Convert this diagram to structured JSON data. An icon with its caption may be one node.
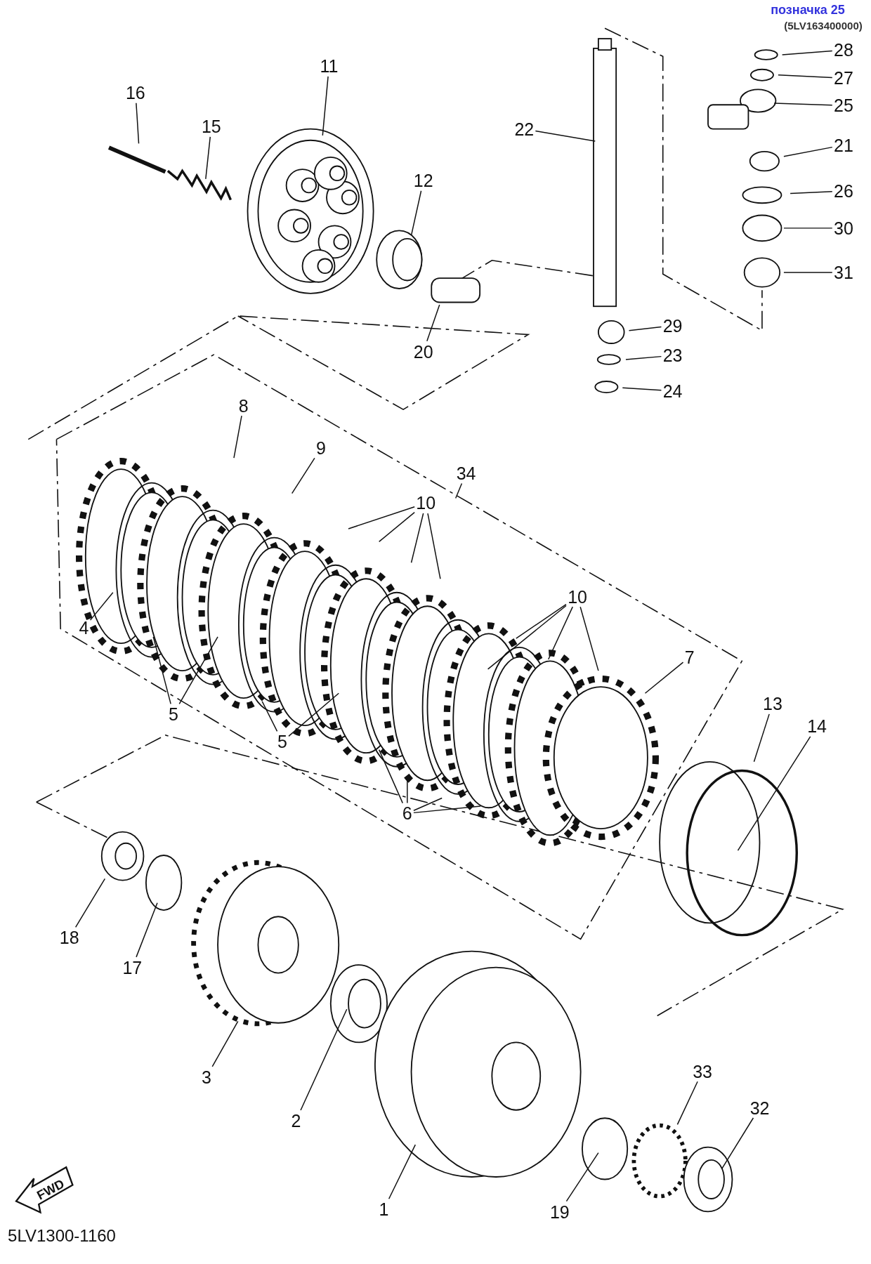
{
  "diagram": {
    "nodes": [
      {
        "text": [
          "16"
        ]
      },
      {
        "text": [
          "15"
        ]
      },
      {
        "text": [
          "11"
        ]
      },
      {
        "text": [
          "12"
        ]
      },
      {
        "text": [
          "20"
        ]
      },
      {
        "text": [
          "22"
        ]
      },
      {
        "text": [
          "28"
        ]
      },
      {
        "text": [
          "27"
        ]
      },
      {
        "text": [
          "25"
        ]
      },
      {
        "text": [
          "21"
        ]
      },
      {
        "text": [
          "26"
        ]
      },
      {
        "text": [
          "30"
        ]
      },
      {
        "text": [
          "31"
        ]
      },
      {
        "text": [
          "29"
        ]
      },
      {
        "text": [
          "23"
        ]
      },
      {
        "text": [
          "24"
        ]
      },
      {
        "text": [
          "8"
        ]
      },
      {
        "text": [
          "9"
        ]
      },
      {
        "text": [
          "34"
        ]
      },
      {
        "text": [
          "10"
        ]
      },
      {
        "text": [
          "10"
        ]
      },
      {
        "text": [
          "4"
        ]
      },
      {
        "text": [
          "5"
        ]
      },
      {
        "text": [
          "5"
        ]
      },
      {
        "text": [
          "7"
        ]
      },
      {
        "text": [
          "13"
        ]
      },
      {
        "text": [
          "14"
        ]
      },
      {
        "text": [
          "6"
        ]
      },
      {
        "text": [
          "18"
        ]
      },
      {
        "text": [
          "17"
        ]
      },
      {
        "text": [
          "3"
        ]
      },
      {
        "text": [
          "2"
        ]
      },
      {
        "text": [
          "1"
        ]
      },
      {
        "text": [
          "19"
        ]
      },
      {
        "text": [
          "33"
        ]
      },
      {
        "text": [
          "32"
        ]
      }
    ],
    "edges": [
      {
        "from": 0,
        "to": null,
        "arrow": "none"
      },
      {
        "from": 1,
        "to": null,
        "arrow": "none"
      },
      {
        "from": 2,
        "to": null,
        "arrow": "none"
      },
      {
        "from": 3,
        "to": null,
        "arrow": "none"
      },
      {
        "from": 4,
        "to": null,
        "arrow": "none"
      },
      {
        "from": 5,
        "to": null,
        "arrow": "none"
      },
      {
        "from": 6,
        "to": null,
        "arrow": "none"
      },
      {
        "from": 7,
        "to": null,
        "arrow": "none"
      },
      {
        "from": 8,
        "to": null,
        "arrow": "none"
      },
      {
        "from": 9,
        "to": null,
        "arrow": "none"
      },
      {
        "from": 10,
        "to": null,
        "arrow": "none"
      },
      {
        "from": 11,
        "to": null,
        "arrow": "none"
      },
      {
        "from": 12,
        "to": null,
        "arrow": "none"
      },
      {
        "from": 13,
        "to": null,
        "arrow": "none"
      },
      {
        "from": 14,
        "to": null,
        "arrow": "none"
      },
      {
        "from": 15,
        "to": null,
        "arrow": "none"
      },
      {
        "from": 16,
        "to": null,
        "arrow": "none"
      },
      {
        "from": 17,
        "to": null,
        "arrow": "none"
      },
      {
        "from": 18,
        "to": null,
        "arrow": "none"
      },
      {
        "from": 19,
        "to": null,
        "arrow": "none"
      },
      {
        "from": 19,
        "to": null,
        "arrow": "none"
      },
      {
        "from": 19,
        "to": null,
        "arrow": "none"
      },
      {
        "from": 19,
        "to": null,
        "arrow": "none"
      },
      {
        "from": 20,
        "to": null,
        "arrow": "none"
      },
      {
        "from": 20,
        "to": null,
        "arrow": "none"
      },
      {
        "from": 20,
        "to": null,
        "arrow": "none"
      },
      {
        "from": 20,
        "to": null,
        "arrow": "none"
      },
      {
        "from": 21,
        "to": null,
        "arrow": "none"
      },
      {
        "from": 22,
        "to": null,
        "arrow": "none"
      },
      {
        "from": 22,
        "to": null,
        "arrow": "none"
      },
      {
        "from": 23,
        "to": null,
        "arrow": "none"
      },
      {
        "from": 23,
        "to": null,
        "arrow": "none"
      },
      {
        "from": 24,
        "to": null,
        "arrow": "none"
      },
      {
        "from": 25,
        "to": null,
        "arrow": "none"
      },
      {
        "from": 26,
        "to": null,
        "arrow": "none"
      },
      {
        "from": 27,
        "to": null,
        "arrow": "none"
      },
      {
        "from": 27,
        "to": null,
        "arrow": "none"
      },
      {
        "from": 27,
        "to": null,
        "arrow": "none"
      },
      {
        "from": 27,
        "to": null,
        "arrow": "none"
      },
      {
        "from": 28,
        "to": null,
        "arrow": "none"
      },
      {
        "from": 29,
        "to": null,
        "arrow": "none"
      },
      {
        "from": 30,
        "to": null,
        "arrow": "none"
      },
      {
        "from": 31,
        "to": null,
        "arrow": "none"
      },
      {
        "from": 32,
        "to": null,
        "arrow": "none"
      },
      {
        "from": 33,
        "to": null,
        "arrow": "none"
      },
      {
        "from": 34,
        "to": null,
        "arrow": "none"
      },
      {
        "from": 35,
        "to": null,
        "arrow": "none"
      }
    ],
    "labels": [
      "позначка 25",
      "(5LV163400000)",
      "FWD",
      "5LV1300-1160"
    ]
  }
}
